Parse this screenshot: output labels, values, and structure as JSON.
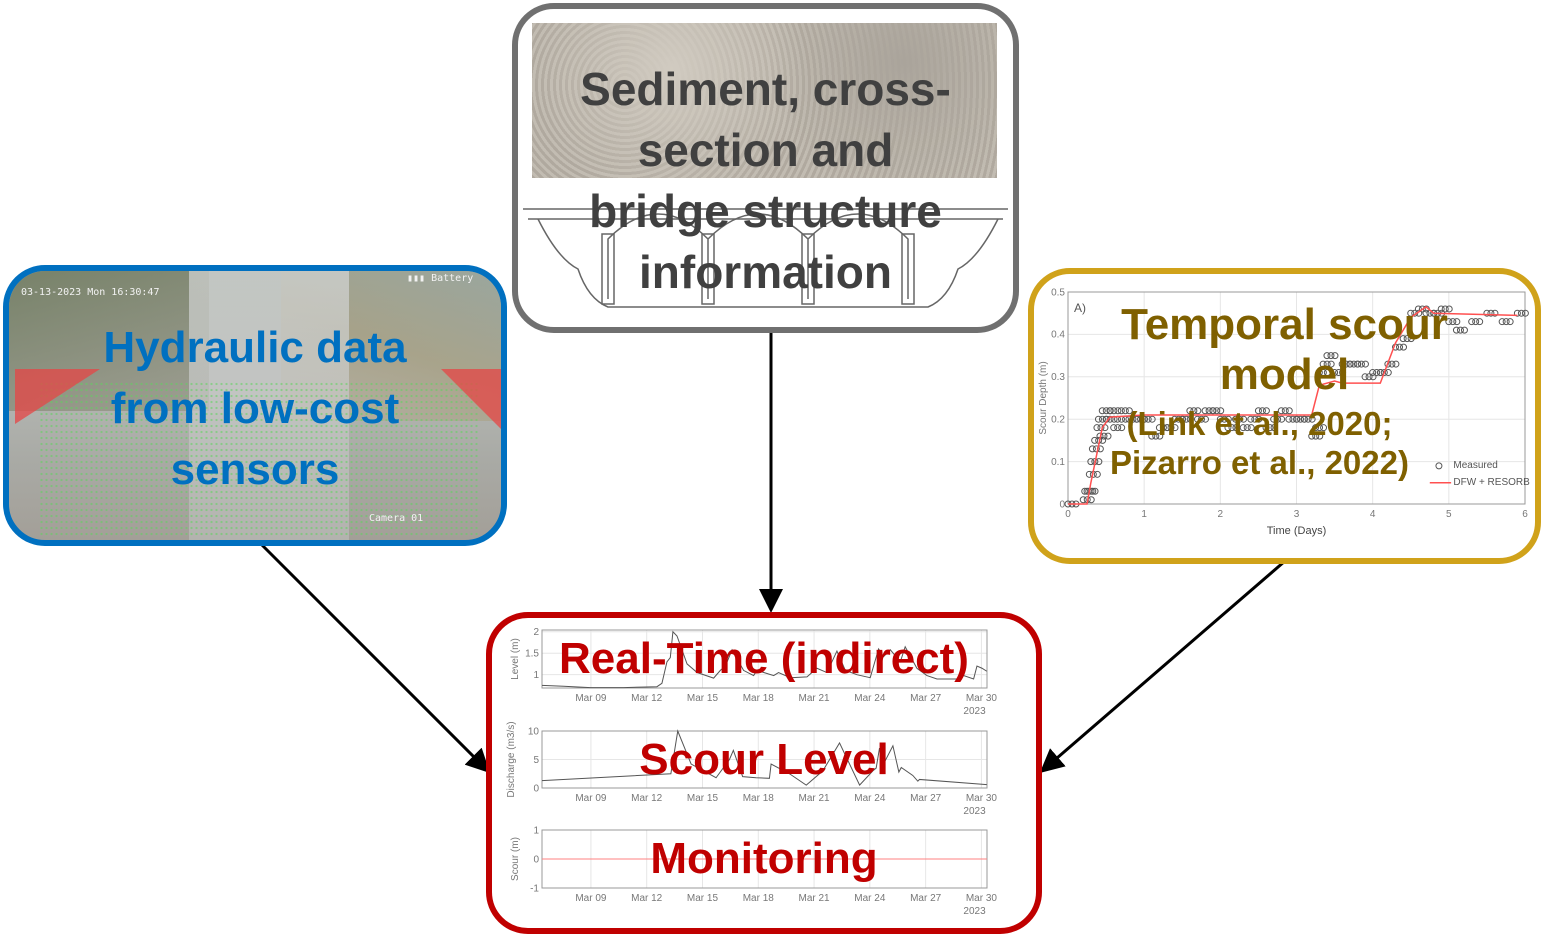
{
  "hydraulic": {
    "title_lines": [
      "Hydraulic data",
      "from low-cost",
      "sensors"
    ],
    "camera_timestamp": "03-13-2023 Mon 16:30:47",
    "battery_label": "Battery",
    "camera_label": "Camera 01",
    "color": "#0070c0"
  },
  "geometry": {
    "title_lines": [
      "Sediment, cross-",
      "section and",
      "bridge structure",
      "information"
    ],
    "color": "#404040"
  },
  "temporal": {
    "title_lines": [
      "Temporal scour",
      "model"
    ],
    "citation_lines": [
      "(Link et al., 2020;",
      "Pizarro et al., 2022)"
    ],
    "color": "#7f6000"
  },
  "monitoring": {
    "title_lines": [
      "Real-Time (indirect)",
      "Scour Level",
      "Monitoring"
    ],
    "color": "#c00000"
  },
  "chart_data": [
    {
      "id": "level",
      "type": "line",
      "ylabel": "Level (m)",
      "yticks": [
        "1",
        "1.5",
        "2"
      ],
      "ytick_values": [
        1,
        1.5,
        2
      ],
      "ylim": [
        0.69,
        2.04
      ],
      "xlim": [
        6.37,
        30.3
      ],
      "xticks": [
        "Mar 09",
        "Mar 12",
        "Mar 15",
        "Mar 18",
        "Mar 21",
        "Mar 24",
        "Mar 27",
        "Mar 30"
      ],
      "xtick_values": [
        9,
        12,
        15,
        18,
        21,
        24,
        27,
        30
      ],
      "year_label": "2023",
      "x": [
        6.37,
        7.53,
        8.97,
        10.76,
        12.55,
        12.82,
        13.09,
        13.27,
        13.41,
        13.63,
        14.17,
        14.71,
        15.6,
        15.96,
        16.23,
        16.59,
        17.21,
        17.75,
        17.93,
        18.83,
        19.09,
        19.72,
        20.62,
        21.15,
        21.69,
        22.23,
        22.68,
        23.3,
        24.02,
        24.47,
        24.74,
        25.1,
        25.64,
        25.9,
        26.53,
        27.07,
        27.61,
        28.68,
        29.04,
        29.58,
        29.76,
        30.03,
        30.29
      ],
      "y": [
        0.75,
        0.73,
        0.7,
        0.7,
        0.72,
        0.8,
        1.3,
        1.4,
        2.0,
        1.9,
        1.25,
        1.05,
        0.92,
        1.1,
        1.2,
        1.58,
        1.1,
        0.98,
        1.1,
        0.98,
        1.05,
        0.93,
        0.95,
        1.15,
        1.05,
        1.55,
        1.1,
        1.0,
        0.93,
        1.6,
        1.42,
        1.58,
        1.3,
        1.65,
        1.15,
        0.98,
        0.9,
        0.9,
        0.98,
        0.9,
        1.2,
        1.15,
        1.08
      ],
      "line_color": "#555555"
    },
    {
      "id": "discharge",
      "type": "line",
      "ylabel": "Discharge (m3/s)",
      "yticks": [
        "0",
        "5",
        "10"
      ],
      "ytick_values": [
        0,
        5,
        10
      ],
      "ylim": [
        0,
        10
      ],
      "xlim": [
        6.37,
        30.3
      ],
      "xticks": [
        "Mar 09",
        "Mar 12",
        "Mar 15",
        "Mar 18",
        "Mar 21",
        "Mar 24",
        "Mar 27",
        "Mar 30"
      ],
      "xtick_values": [
        9,
        12,
        15,
        18,
        21,
        24,
        27,
        30
      ],
      "year_label": "2023",
      "x": [
        6.37,
        13.3,
        13.67,
        14.39,
        15.73,
        16.45,
        16.66,
        17.16,
        17.88,
        18.6,
        18.69,
        19.68,
        20.58,
        21.47,
        22.37,
        23.45,
        24.16,
        24.34,
        24.52,
        24.7,
        25.24,
        25.56,
        25.69,
        26.31,
        26.58,
        26.67,
        30.29
      ],
      "y": [
        1.3,
        2.5,
        10,
        4.2,
        1.8,
        5,
        6.6,
        2,
        1.8,
        1.7,
        4.2,
        2.5,
        0.5,
        3,
        7.9,
        0.5,
        3,
        3.5,
        7.0,
        4,
        7.4,
        2.8,
        3.6,
        2.2,
        1.2,
        1.5,
        0.6
      ],
      "line_color": "#555555"
    },
    {
      "id": "scour",
      "type": "line",
      "ylabel": "Scour (m)",
      "yticks": [
        "-1",
        "0",
        "1"
      ],
      "ytick_values": [
        -1,
        0,
        1
      ],
      "ylim": [
        -1,
        1
      ],
      "xlim": [
        6.37,
        30.3
      ],
      "xticks": [
        "Mar 09",
        "Mar 12",
        "Mar 15",
        "Mar 18",
        "Mar 21",
        "Mar 24",
        "Mar 27",
        "Mar 30"
      ],
      "xtick_values": [
        9,
        12,
        15,
        18,
        21,
        24,
        27,
        30
      ],
      "year_label": "2023",
      "x": [
        6.37,
        30.3
      ],
      "y": [
        0,
        0
      ],
      "line_color": "#ff8080"
    },
    {
      "id": "temporal-scour",
      "type": "scatter",
      "panel_label": "A)",
      "xlabel": "Time (Days)",
      "ylabel": "Scour Depth (m)",
      "xlim": [
        0,
        6
      ],
      "ylim": [
        0,
        0.5
      ],
      "xticks": [
        "0",
        "1",
        "2",
        "3",
        "4",
        "5",
        "6"
      ],
      "xtick_values": [
        0,
        1,
        2,
        3,
        4,
        5,
        6
      ],
      "yticks": [
        "0",
        "0.1",
        "0.2",
        "0.3",
        "0.4",
        "0.5"
      ],
      "ytick_values": [
        0,
        0.1,
        0.2,
        0.3,
        0.4,
        0.5
      ],
      "legend": [
        "Measured",
        "DFW + RESORB"
      ],
      "legend_position": "lower-right",
      "measured": {
        "x": [
          0,
          0.2,
          0.22,
          0.25,
          0.28,
          0.3,
          0.32,
          0.35,
          0.38,
          0.4,
          0.42,
          0.45,
          0.5,
          0.55,
          0.6,
          0.65,
          0.7,
          0.8,
          0.9,
          1.0,
          1.1,
          1.2,
          1.3,
          1.4,
          1.5,
          1.6,
          1.7,
          1.8,
          1.9,
          2.0,
          2.1,
          2.2,
          2.3,
          2.4,
          2.5,
          2.6,
          2.7,
          2.8,
          2.9,
          3.0,
          3.1,
          3.2,
          3.25,
          3.3,
          3.35,
          3.4,
          3.5,
          3.6,
          3.7,
          3.8,
          3.9,
          4.0,
          4.1,
          4.2,
          4.3,
          4.4,
          4.5,
          4.6,
          4.7,
          4.8,
          4.9,
          5.0,
          5.1,
          5.3,
          5.5,
          5.7,
          5.9
        ],
        "y": [
          0,
          0.01,
          0.03,
          0.03,
          0.07,
          0.1,
          0.13,
          0.15,
          0.18,
          0.2,
          0.16,
          0.22,
          0.2,
          0.22,
          0.18,
          0.2,
          0.22,
          0.2,
          0.2,
          0.2,
          0.16,
          0.18,
          0.18,
          0.2,
          0.2,
          0.22,
          0.2,
          0.22,
          0.22,
          0.2,
          0.18,
          0.2,
          0.18,
          0.2,
          0.22,
          0.18,
          0.2,
          0.22,
          0.2,
          0.2,
          0.2,
          0.16,
          0.18,
          0.31,
          0.33,
          0.35,
          0.31,
          0.33,
          0.33,
          0.33,
          0.3,
          0.31,
          0.31,
          0.33,
          0.37,
          0.39,
          0.45,
          0.46,
          0.45,
          0.45,
          0.46,
          0.43,
          0.41,
          0.43,
          0.45,
          0.43,
          0.45
        ]
      },
      "model": {
        "x": [
          0,
          0.25,
          0.3,
          0.45,
          0.55,
          1,
          3.2,
          3.3,
          3.5,
          3.6,
          4.1,
          4.3,
          4.5,
          4.7,
          4.8,
          5.9
        ],
        "y": [
          0,
          0,
          0.05,
          0.18,
          0.205,
          0.21,
          0.21,
          0.28,
          0.29,
          0.285,
          0.285,
          0.38,
          0.44,
          0.465,
          0.45,
          0.445
        ]
      },
      "marker_color": "#555555",
      "line_color": "#ff5050"
    }
  ]
}
